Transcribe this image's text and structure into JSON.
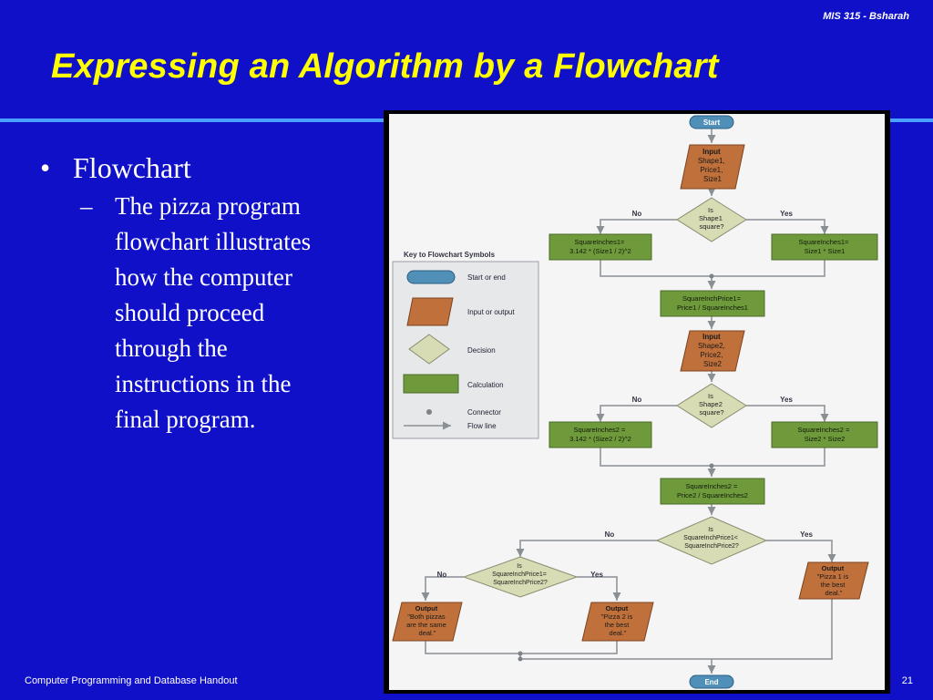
{
  "header": {
    "course_tag": "MIS 315 - Bsharah"
  },
  "slide": {
    "title": "Expressing an Algorithm by a Flowchart",
    "bullet1": "Flowchart",
    "bullet2_dash": "–",
    "bullet2": "The pizza program\nflowchart illustrates\nhow the computer\nshould proceed\nthrough the\ninstructions in the\nfinal program."
  },
  "key": {
    "title": "Key to Flowchart Symbols",
    "start_end": "Start or end",
    "input_output": "Input or output",
    "decision": "Decision",
    "calculation": "Calculation",
    "connector": "Connector",
    "flow_line": "Flow line"
  },
  "flow": {
    "start": "Start",
    "input1": [
      "Input",
      "Shape1,",
      "Price1,",
      "Size1"
    ],
    "decision1": [
      "Is",
      "Shape1",
      "square?"
    ],
    "no": "No",
    "yes": "Yes",
    "calc1_no": [
      "SquareInches1=",
      "3.142 * (Size1 / 2)^2"
    ],
    "calc1_yes": [
      "SquareInches1=",
      "Size1 * Size1"
    ],
    "calc_price1": [
      "SquareInchPrice1=",
      "Price1 / SquareInches1"
    ],
    "input2": [
      "Input",
      "Shape2,",
      "Price2,",
      "Size2"
    ],
    "decision2": [
      "Is",
      "Shape2",
      "square?"
    ],
    "calc2_no": [
      "SquareInches2 =",
      "3.142 * (Size2 / 2)^2"
    ],
    "calc2_yes": [
      "SquareInches2 =",
      "Size2 * Size2"
    ],
    "calc_price2": [
      "SquareInches2 =",
      "Price2 / SquareInches2"
    ],
    "decision3": [
      "Is",
      "SquareInchPrice1<",
      "SquareInchPrice2?"
    ],
    "decision4": [
      "Is",
      "SquareInchPrice1=",
      "SquareInchPrice2?"
    ],
    "output_pizza1": [
      "Output",
      "\"Pizza 1 is",
      "the best",
      "deal.\""
    ],
    "output_both": [
      "Output",
      "\"Both pizzas",
      "are the same",
      "deal.\""
    ],
    "output_pizza2": [
      "Output",
      "\"Pizza 2 is",
      "the best",
      "deal.\""
    ],
    "end": "End"
  },
  "footer": {
    "left": "Computer Programming and Database Handout",
    "page": "21"
  },
  "colors": {
    "background": "#0f10c8",
    "title": "#ffff00",
    "rule": "#4aa0ff",
    "terminal": "#4f8fb8",
    "io": "#c0703a",
    "decision": "#d8dcb4",
    "calc": "#6f9a3c"
  }
}
